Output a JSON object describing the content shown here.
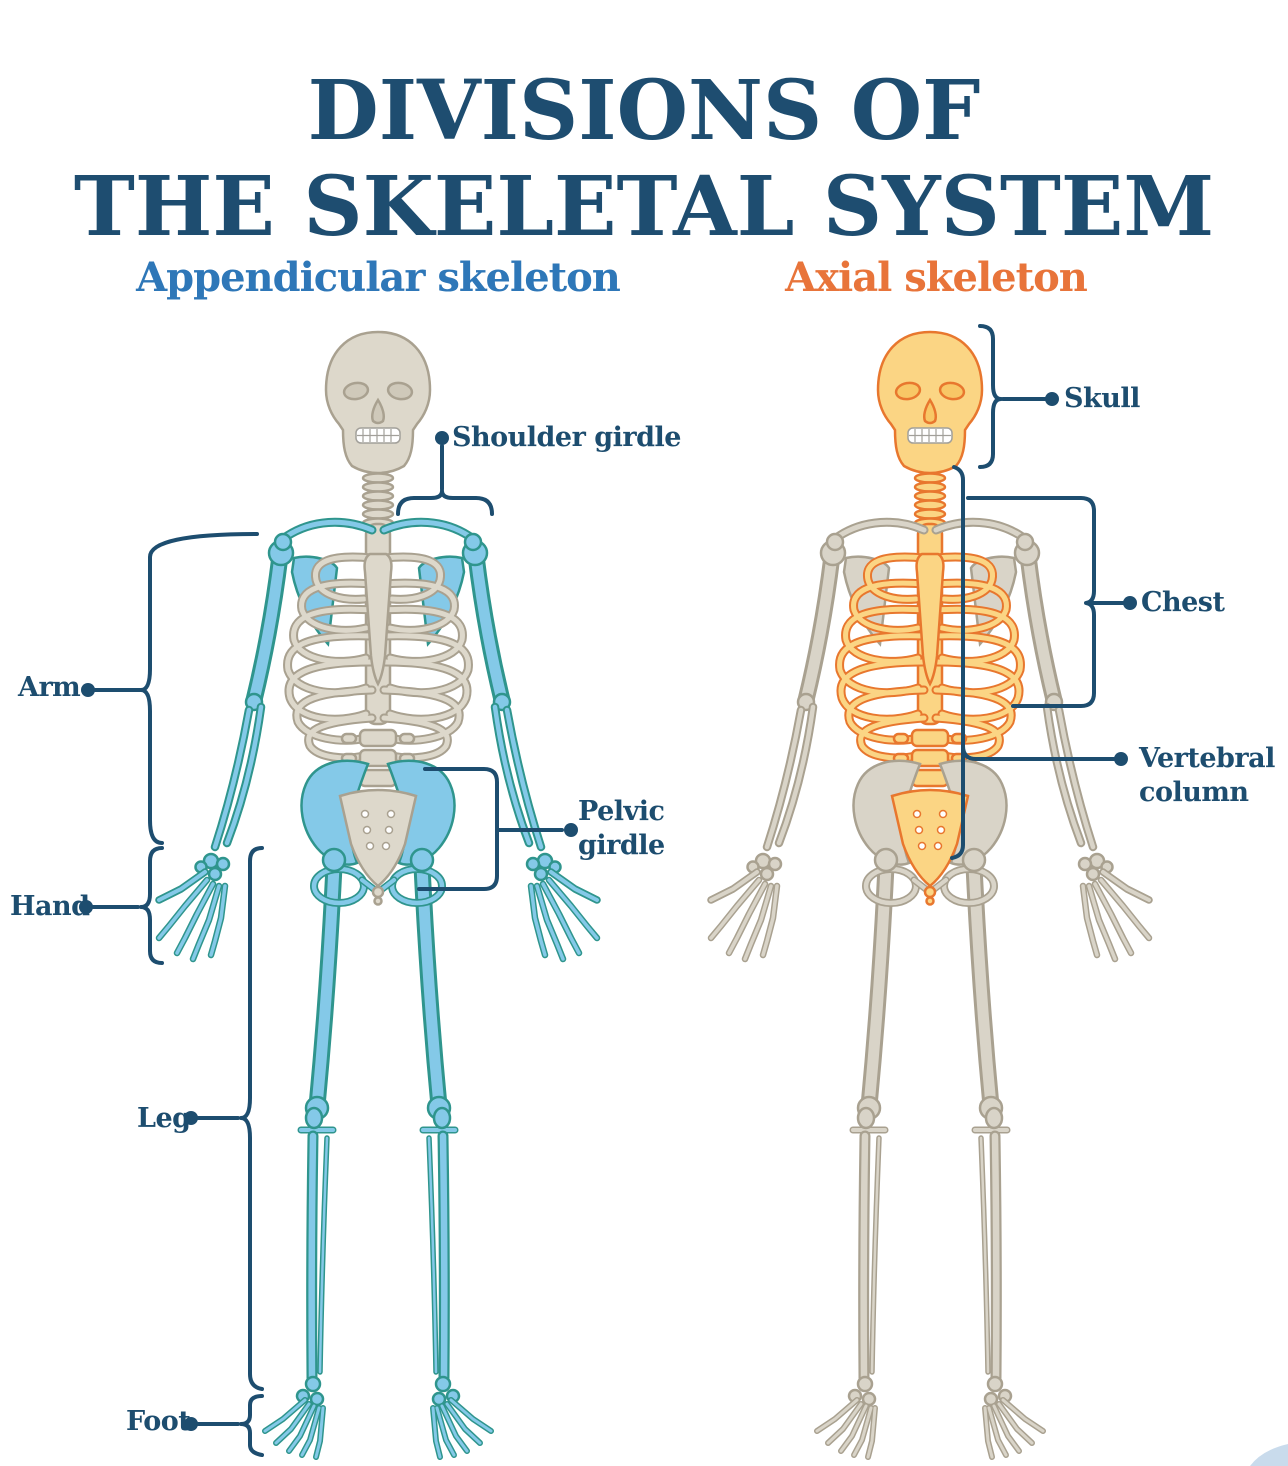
{
  "title": {
    "line1": "DIVISIONS OF",
    "line2": "THE SKELETAL SYSTEM"
  },
  "sections": {
    "appendicular": {
      "heading": "Appendicular skeleton",
      "accent_color": "#2e77b8",
      "bone_highlight_color": "#84c9e8",
      "bone_outline_color": "#2f958d",
      "labels": {
        "shoulder_girdle": "Shoulder girdle",
        "arm": "Arm",
        "hand": "Hand",
        "pelvic_girdle": "Pelvic girdle",
        "leg": "Leg",
        "foot": "Foot"
      }
    },
    "axial": {
      "heading": "Axial skeleton",
      "accent_color": "#e8743a",
      "bone_highlight_color": "#fbd584",
      "bone_outline_color": "#e8772e",
      "labels": {
        "skull": "Skull",
        "chest": "Chest",
        "vertebral_column": "Vertebral column"
      }
    }
  },
  "colors": {
    "title_text": "#1e4d70",
    "label_text": "#1d4d6f",
    "connector": "#1d4d6f",
    "neutral_bone_fill": "#ddd8cb",
    "neutral_bone_outline": "#a9a190",
    "corner_decoration": "#c9dbec",
    "background": "#ffffff"
  }
}
